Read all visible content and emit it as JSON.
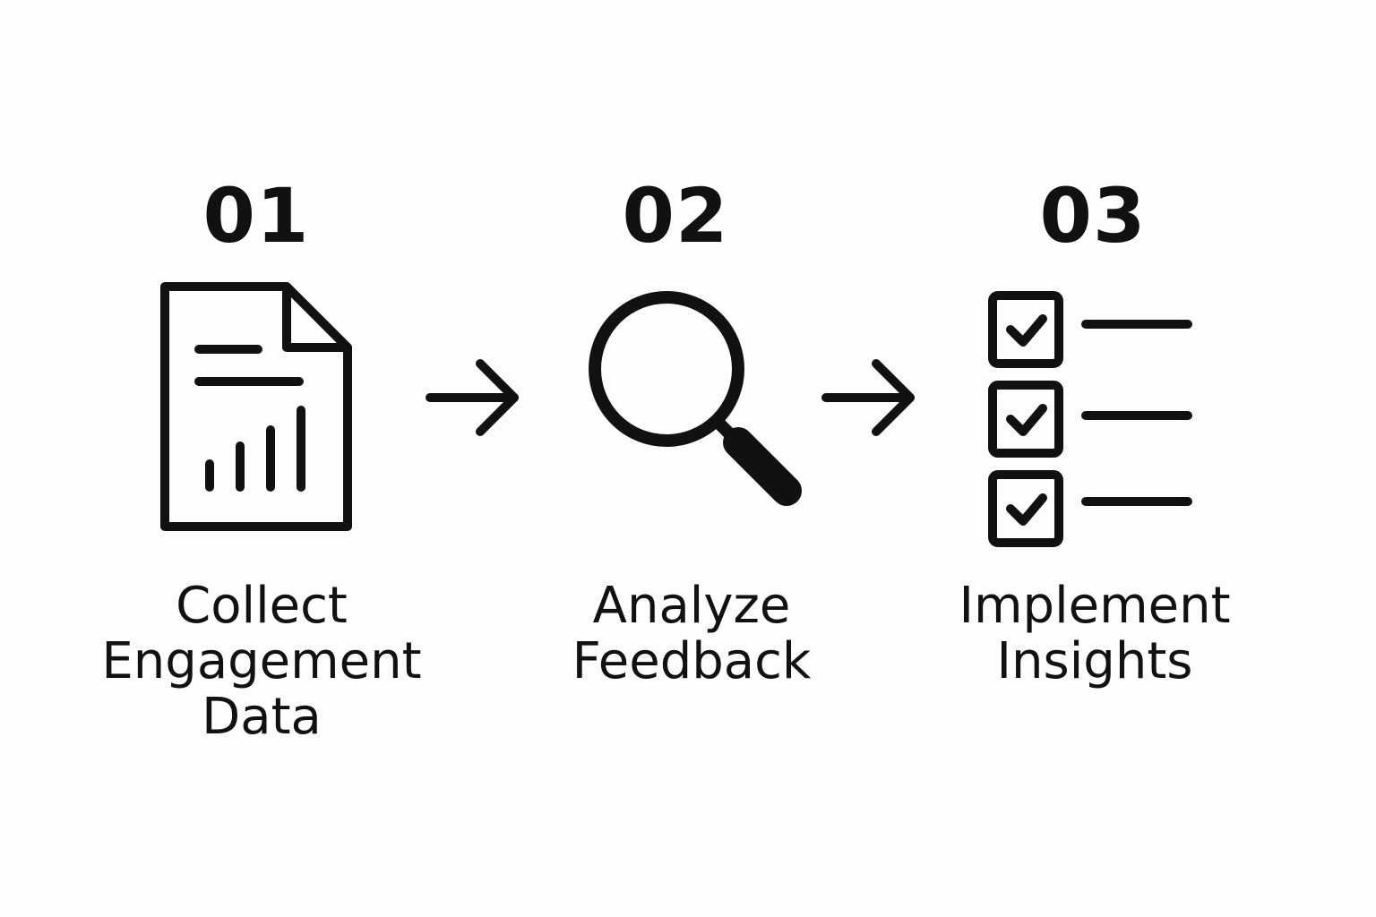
{
  "steps": [
    {
      "number": "01",
      "label_lines": [
        "Collect",
        "Engagement",
        "Data"
      ],
      "icon": "document-chart-icon"
    },
    {
      "number": "02",
      "label_lines": [
        "Analyze",
        "Feedback"
      ],
      "icon": "magnifying-glass-icon"
    },
    {
      "number": "03",
      "label_lines": [
        "Implement",
        "Insights"
      ],
      "icon": "checklist-icon"
    }
  ],
  "connectors": [
    "arrow-right-icon",
    "arrow-right-icon"
  ],
  "colors": {
    "background": "#fdfdfd",
    "foreground": "#111111"
  }
}
